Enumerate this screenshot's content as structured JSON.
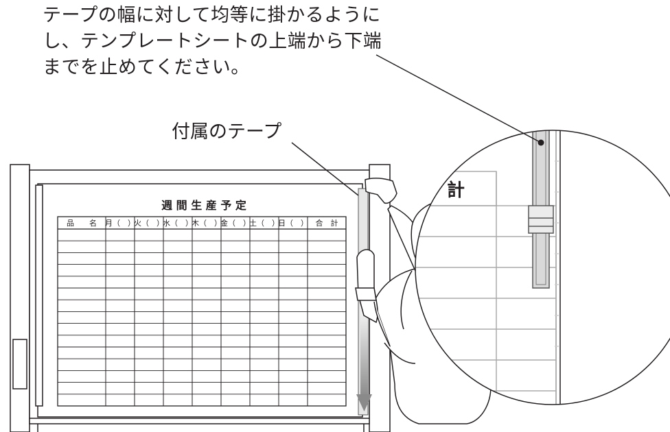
{
  "instruction": {
    "lines": [
      "テープの幅に対して均等に掛かるように",
      "し、テンプレートシートの上端から下端",
      "までを止めてください。"
    ]
  },
  "callout_tape": "付属のテープ",
  "template_sheet": {
    "title": "週 間 生 産 予 定",
    "columns": [
      "品　　名",
      "月（　）",
      "火（　）",
      "水（　）",
      "木（　）",
      "金（　）",
      "土（　）",
      "日（　）",
      "合　計"
    ],
    "row_count": 15
  },
  "zoom_detail": {
    "cell_label": "計"
  }
}
